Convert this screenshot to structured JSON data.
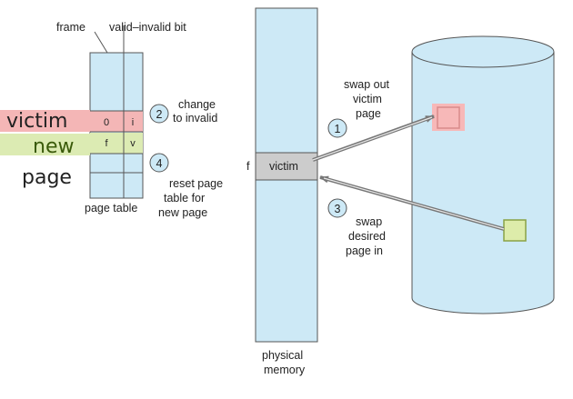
{
  "colors": {
    "light_blue": "#cde9f6",
    "outline": "#555555",
    "victim_row": "#f4b6b6",
    "new_row": "#dcebb3",
    "victim_block": "#f7b8b8",
    "victim_block_border": "#d98a8a",
    "new_block": "#ddecaa",
    "new_block_border": "#8aa245",
    "gray": "#cccccc",
    "arrow": "#777777",
    "new_text": "#3a5a0a"
  },
  "page_table": {
    "frame_label": "frame",
    "valid_label": "valid–invalid bit",
    "caption": "page table",
    "victim_row": {
      "frame": "0",
      "bit": "i"
    },
    "new_row": {
      "frame": "f",
      "bit": "v"
    }
  },
  "overlay": {
    "victim_label": "victim",
    "new_label": "new",
    "page_label": "page"
  },
  "steps": {
    "step1": {
      "number": "1",
      "text_lines": [
        "swap out",
        "victim",
        "page"
      ]
    },
    "step2": {
      "number": "2",
      "text_lines": [
        "change",
        "to invalid"
      ]
    },
    "step3": {
      "number": "3",
      "text_lines": [
        "swap",
        "desired",
        "page in"
      ]
    },
    "step4": {
      "number": "4",
      "text_lines": [
        "reset page",
        "table for",
        "new page"
      ]
    }
  },
  "memory": {
    "caption_lines": [
      "physical",
      "memory"
    ],
    "frame_letter": "f",
    "victim_label": "victim"
  },
  "icons": {
    "step_circle": "numbered-circle-icon",
    "arrow": "arrow-icon",
    "disk": "disk-cylinder-icon"
  }
}
